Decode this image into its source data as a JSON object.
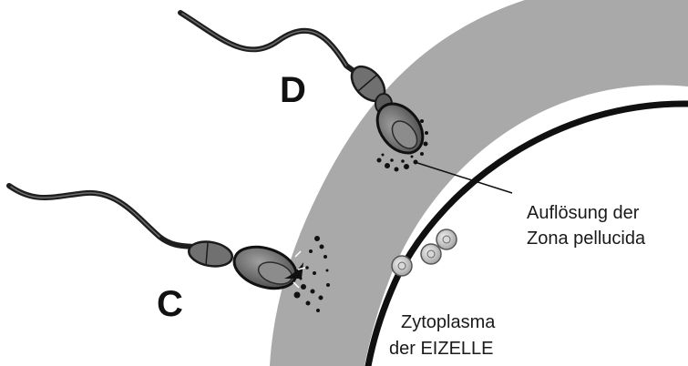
{
  "labels": {
    "sperm_d": "D",
    "sperm_c": "C",
    "dissolution_line1": "Auflösung der",
    "dissolution_line2": "Zona pellucida",
    "cytoplasm_line1": "Zytoplasma",
    "cytoplasm_line2": "der EIZELLE"
  },
  "colors": {
    "zona_pellucida": "#a8a8a8",
    "egg_membrane": "#111111",
    "sperm_tail": "#222222",
    "sperm_head": "#6f6f6f",
    "granule": "#c9c9c9",
    "background": "#ffffff"
  }
}
